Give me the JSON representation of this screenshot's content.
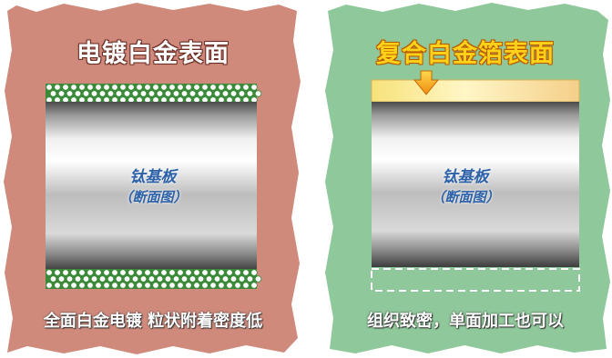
{
  "left_panel": {
    "title": "电镀白金表面",
    "cylinder_label": "钛基板",
    "cylinder_sublabel": "（断面图）",
    "caption": "全面白金电镀 粒状附着密度低",
    "background_color": "#cf8a7c"
  },
  "right_panel": {
    "title": "复合白金箔表面",
    "cylinder_label": "钛基板",
    "cylinder_sublabel": "（断面图）",
    "caption": "组织致密，单面加工也可以",
    "background_color": "#8fc89a"
  },
  "colors": {
    "title_white": "#ffffff",
    "title_yellow": "#ffd21a",
    "label_blue": "#2e62a8",
    "particle_green": "#3a8a3a"
  },
  "icons": {
    "arrow": "down-arrow-icon"
  }
}
